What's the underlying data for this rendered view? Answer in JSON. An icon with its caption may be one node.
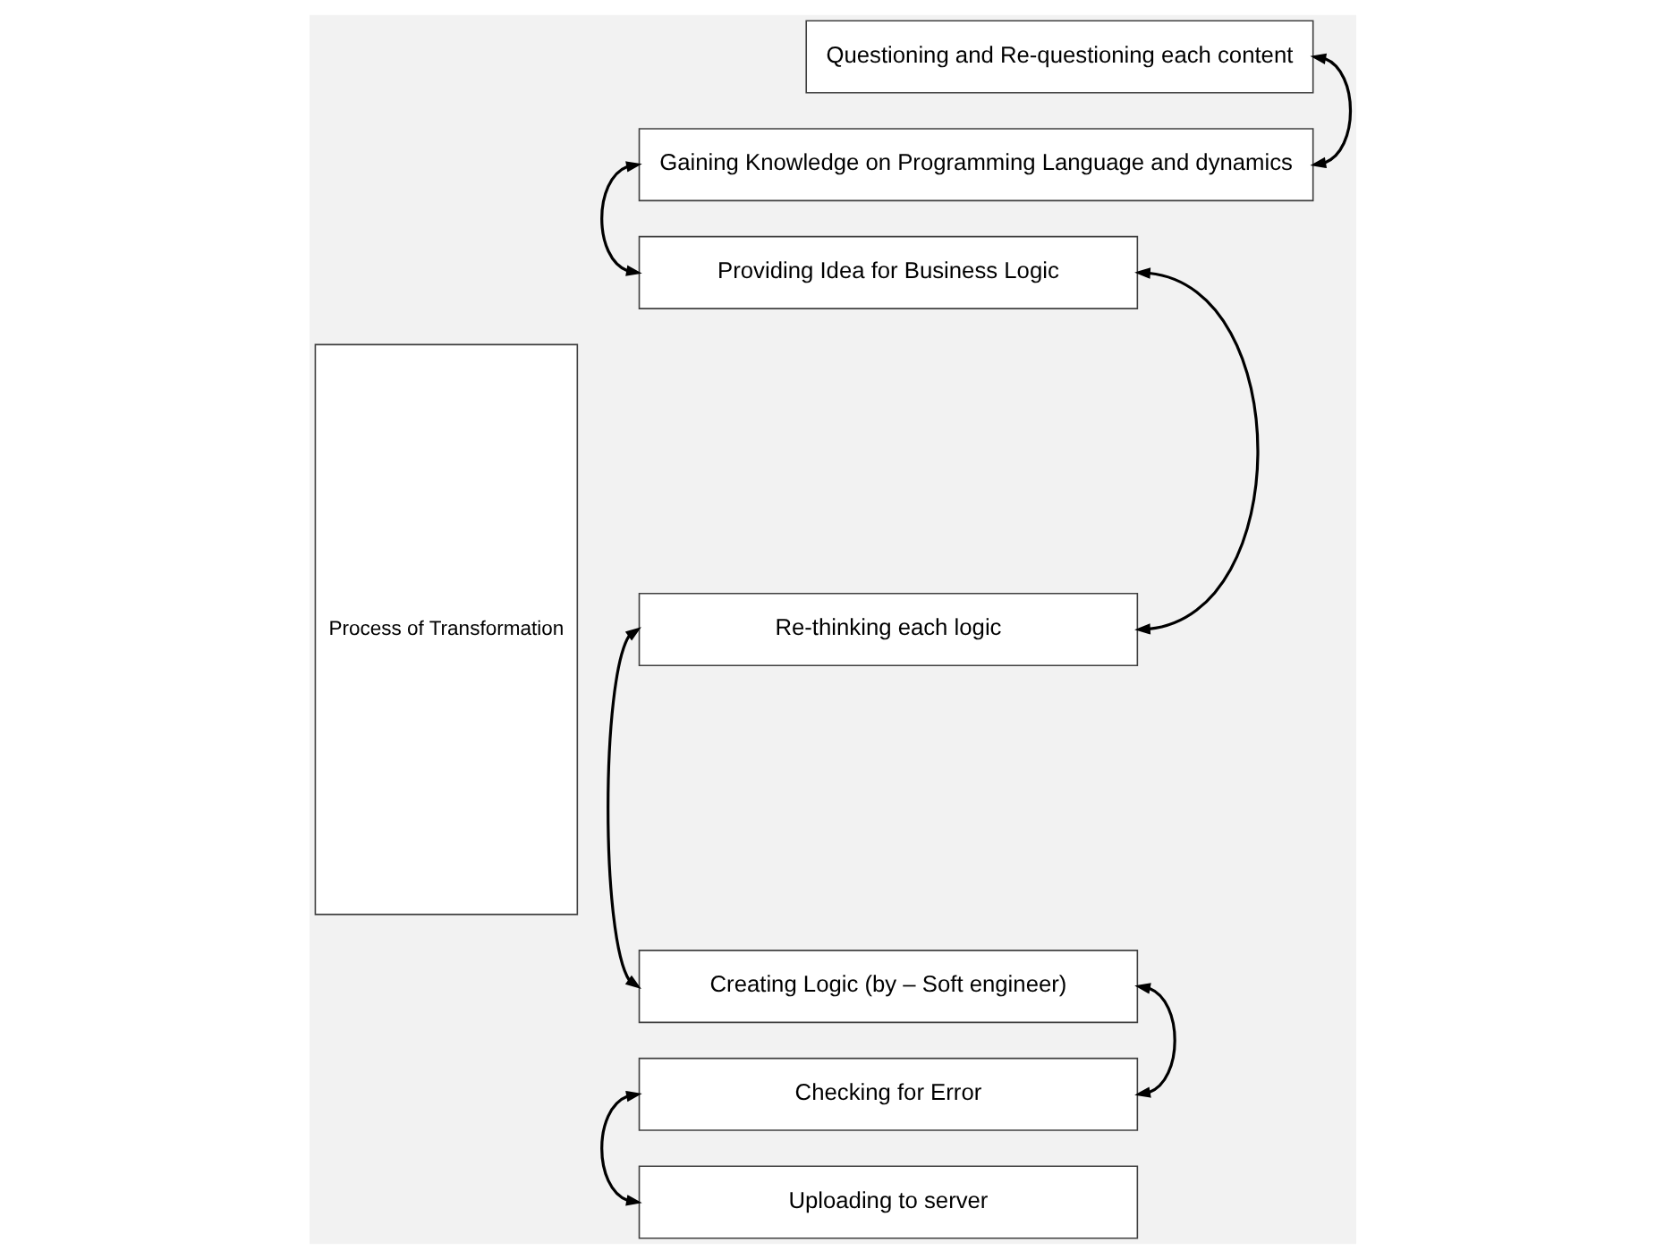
{
  "diagram": {
    "nodes": [
      {
        "text": [
          "Process of Transformation"
        ]
      },
      {
        "text": [
          "Questioning and Re-questioning each content"
        ]
      },
      {
        "text": [
          "Gaining Knowledge on Programming Language and dynamics"
        ]
      },
      {
        "text": [
          "Providing Idea for Business Logic"
        ]
      },
      {
        "text": [
          "Re-thinking each logic"
        ]
      },
      {
        "text": [
          "Creating Logic (by – Soft engineer)"
        ]
      },
      {
        "text": [
          "Checking for Error"
        ]
      },
      {
        "text": [
          "Uploading to server"
        ]
      }
    ],
    "edges": [
      {
        "from": 1,
        "to": 2,
        "arrow": "both"
      },
      {
        "from": 2,
        "to": 3,
        "arrow": "both"
      },
      {
        "from": 3,
        "to": 4,
        "arrow": "both"
      },
      {
        "from": 4,
        "to": 5,
        "arrow": "both"
      },
      {
        "from": 5,
        "to": 6,
        "arrow": "both"
      },
      {
        "from": 6,
        "to": 7,
        "arrow": "both"
      }
    ]
  }
}
